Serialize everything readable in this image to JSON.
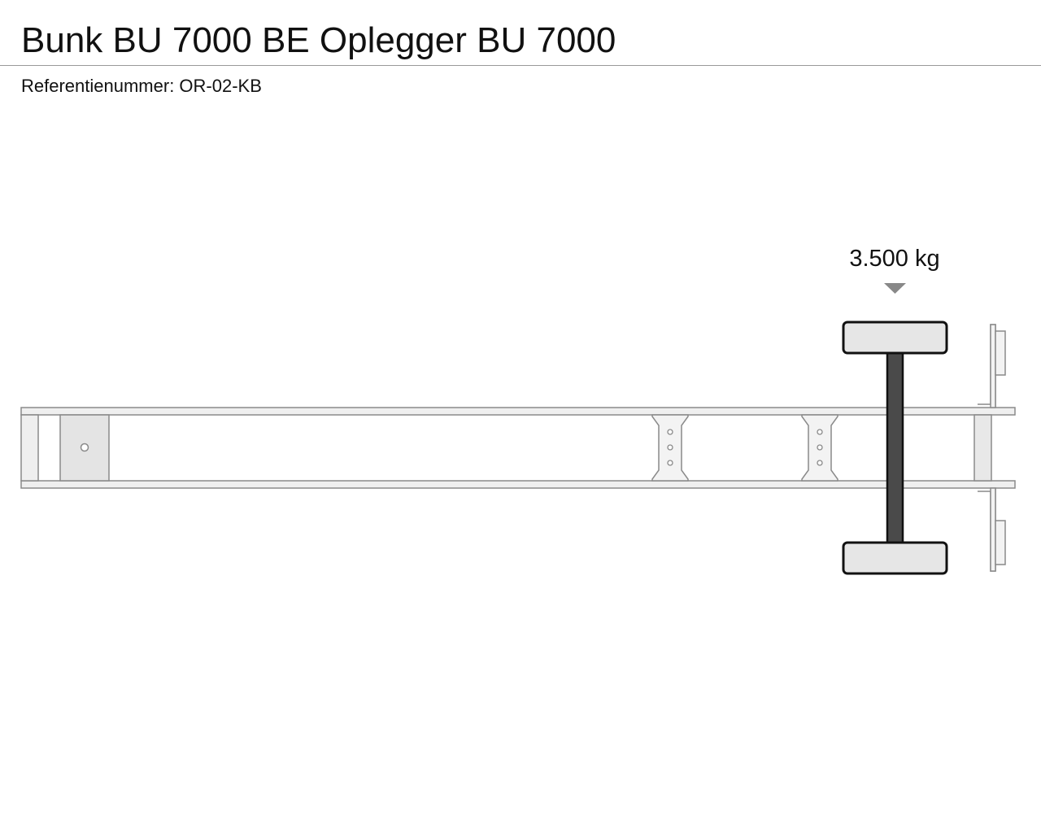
{
  "header": {
    "title": "Bunk BU 7000 BE Oplegger BU 7000",
    "reference": "Referentienummer: OR-02-KB"
  },
  "diagram": {
    "axles": [
      {
        "load_label": "3.500 kg"
      }
    ],
    "colors": {
      "frame_fill": "#efefef",
      "frame_stroke": "#8a8a8a",
      "wheel_fill": "#e6e6e6",
      "wheel_stroke": "#111111",
      "axle_fill": "#4a4a4a",
      "marker_fill": "#888888"
    }
  }
}
